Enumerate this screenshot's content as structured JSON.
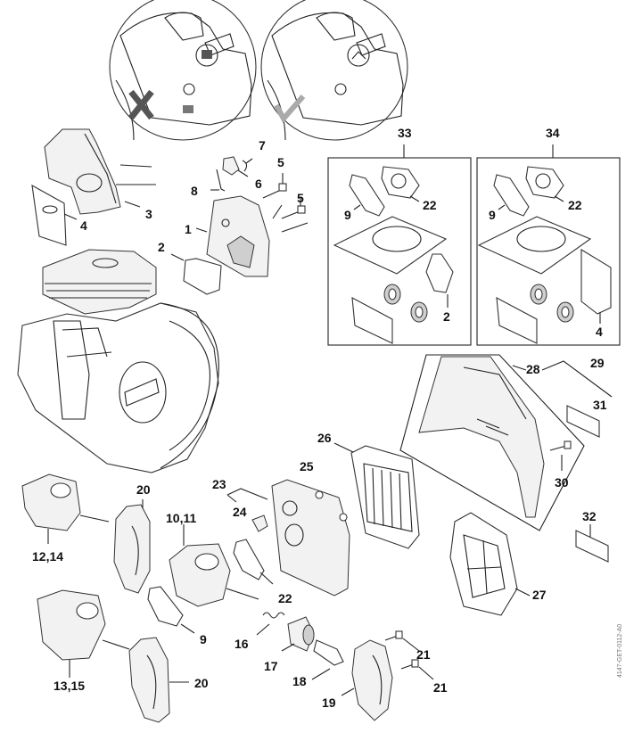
{
  "diagram": {
    "title": "Exploded parts diagram - carburetor, cylinder, air filter",
    "document_id": "4147-GET-0112-A0",
    "callouts": {
      "c1": "1",
      "c2a": "2",
      "c3": "3",
      "c4a": "4",
      "c5a": "5",
      "c5b": "5",
      "c6": "6",
      "c7": "7",
      "c8": "8",
      "c9a": "9",
      "c9b": "9",
      "c9c": "9",
      "c1011": "10,11",
      "c1214": "12,14",
      "c1315": "13,15",
      "c16": "16",
      "c17": "17",
      "c18": "18",
      "c19": "19",
      "c20a": "20",
      "c20b": "20",
      "c21a": "21",
      "c21b": "21",
      "c22a": "22",
      "c22b": "22",
      "c22c": "22",
      "c23": "23",
      "c24": "24",
      "c25": "25",
      "c26": "26",
      "c27": "27",
      "c28": "28",
      "c29": "29",
      "c30": "30",
      "c31": "31",
      "c32": "32",
      "c33": "33",
      "c34": "34",
      "c2b": "2",
      "c4b": "4"
    },
    "insets": [
      {
        "name": "incorrect-position",
        "status": "wrong",
        "symbol": "x-mark"
      },
      {
        "name": "correct-position",
        "status": "correct",
        "symbol": "check-mark"
      }
    ],
    "kits": [
      {
        "number": "33",
        "contents": [
          "9",
          "22",
          "2"
        ]
      },
      {
        "number": "34",
        "contents": [
          "9",
          "22",
          "4"
        ]
      }
    ]
  }
}
